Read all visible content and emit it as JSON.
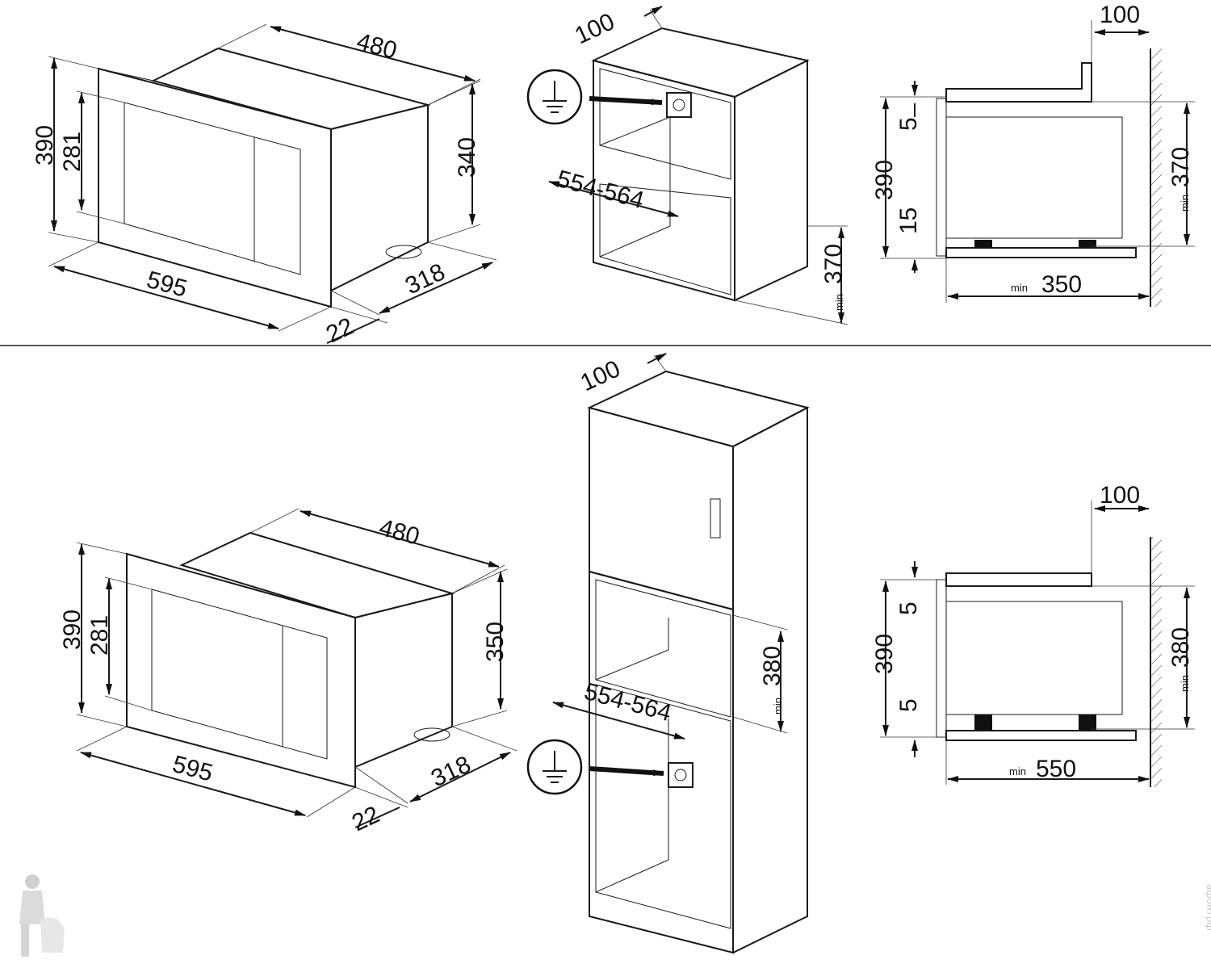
{
  "top": {
    "oven": {
      "d480": "480",
      "d390": "390",
      "d281": "281",
      "d340": "340",
      "d595": "595",
      "d318": "318",
      "d22": "22"
    },
    "cabinet": {
      "d100": "100",
      "d554": "554-564",
      "min": "min",
      "d370": "370"
    },
    "side": {
      "d100": "100",
      "d5": "5",
      "d390": "390",
      "d15": "15",
      "min_a": "min",
      "d370": "370",
      "min_b": "min",
      "d350": "350"
    }
  },
  "bottom": {
    "oven": {
      "d480": "480",
      "d390": "390",
      "d281": "281",
      "d350": "350",
      "d595": "595",
      "d318": "318",
      "d22": "22"
    },
    "cabinet": {
      "d100": "100",
      "d554": "554-564",
      "min": "min",
      "d380": "380"
    },
    "side": {
      "d100": "100",
      "d5a": "5",
      "d390": "390",
      "d5b": "5",
      "min_a": "min",
      "d380": "380",
      "min_b": "min",
      "d550": "550"
    }
  },
  "watermark": "афонтрф",
  "icons": [
    "ground-symbol-icon",
    "plumber-logo-icon"
  ]
}
